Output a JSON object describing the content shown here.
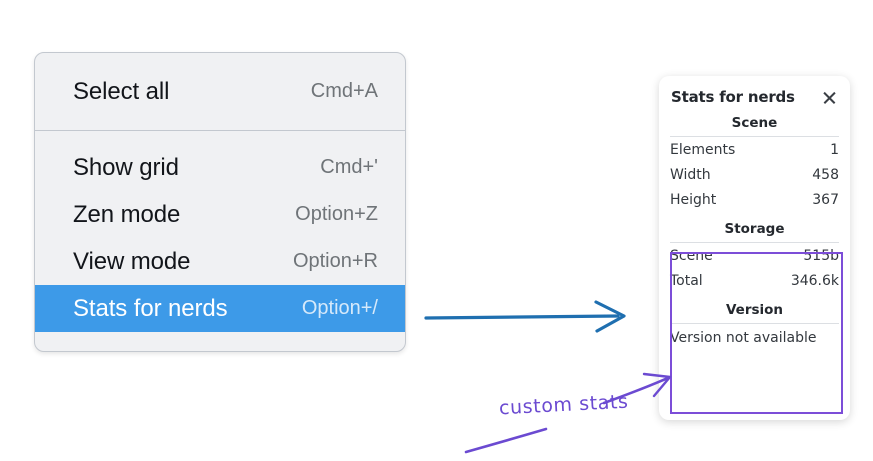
{
  "context_menu": {
    "name": "canvas-context-menu",
    "groups": [
      {
        "items": [
          {
            "label": "Select all",
            "shortcut": "Cmd+A",
            "highlighted": false,
            "name": "select-all"
          }
        ]
      },
      {
        "items": [
          {
            "label": "Show grid",
            "shortcut": "Cmd+'",
            "highlighted": false,
            "name": "show-grid"
          },
          {
            "label": "Zen mode",
            "shortcut": "Option+Z",
            "highlighted": false,
            "name": "zen-mode"
          },
          {
            "label": "View mode",
            "shortcut": "Option+R",
            "highlighted": false,
            "name": "view-mode"
          },
          {
            "label": "Stats for nerds",
            "shortcut": "Option+/",
            "highlighted": true,
            "name": "stats-for-nerds"
          }
        ]
      }
    ]
  },
  "stats_panel": {
    "title": "Stats for nerds",
    "close_icon": "close-icon",
    "sections": [
      {
        "header": "Scene",
        "rows": [
          {
            "label": "Elements",
            "value": "1"
          },
          {
            "label": "Width",
            "value": "458"
          },
          {
            "label": "Height",
            "value": "367"
          }
        ]
      },
      {
        "header": "Storage",
        "rows": [
          {
            "label": "Scene",
            "value": "515b"
          },
          {
            "label": "Total",
            "value": "346.6k"
          }
        ]
      },
      {
        "header": "Version",
        "note": "Version not available"
      }
    ]
  },
  "annotations": {
    "handwritten_label": "custom stats",
    "arrow_blue_color": "#1f6fb0",
    "arrow_purple_color": "#6b4ad1"
  },
  "colors": {
    "menu_background": "#f0f1f3",
    "menu_border": "#c3c8cf",
    "highlight_blue": "#3d9ae8",
    "annotation_purple": "#7c4dd8",
    "annotation_blue": "#1f6fb0"
  }
}
